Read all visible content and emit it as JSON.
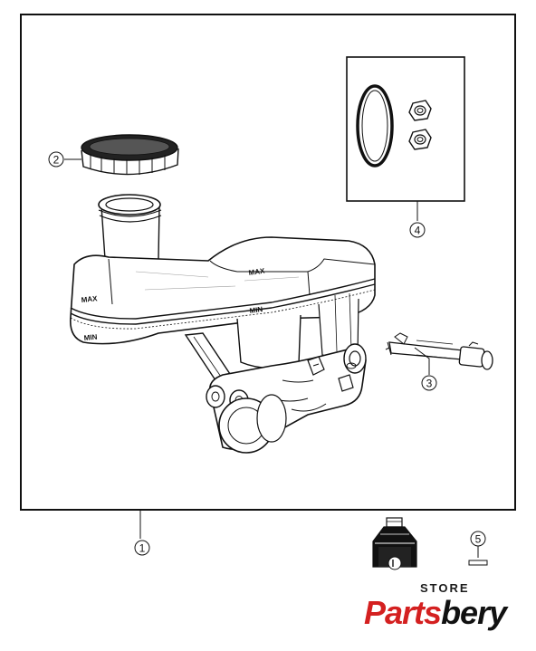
{
  "callouts": {
    "c1": "1",
    "c2": "2",
    "c3": "3",
    "c4": "4",
    "c5": "5"
  },
  "reservoir_markings": {
    "max_left": "MAX",
    "min_left": "MIN",
    "max_right": "MAX",
    "min_right": "MIN"
  },
  "logo": {
    "store": "STORE",
    "parts": "Parts",
    "bery": "bery",
    "parts_color": "#d42020",
    "bery_color": "#111111"
  }
}
